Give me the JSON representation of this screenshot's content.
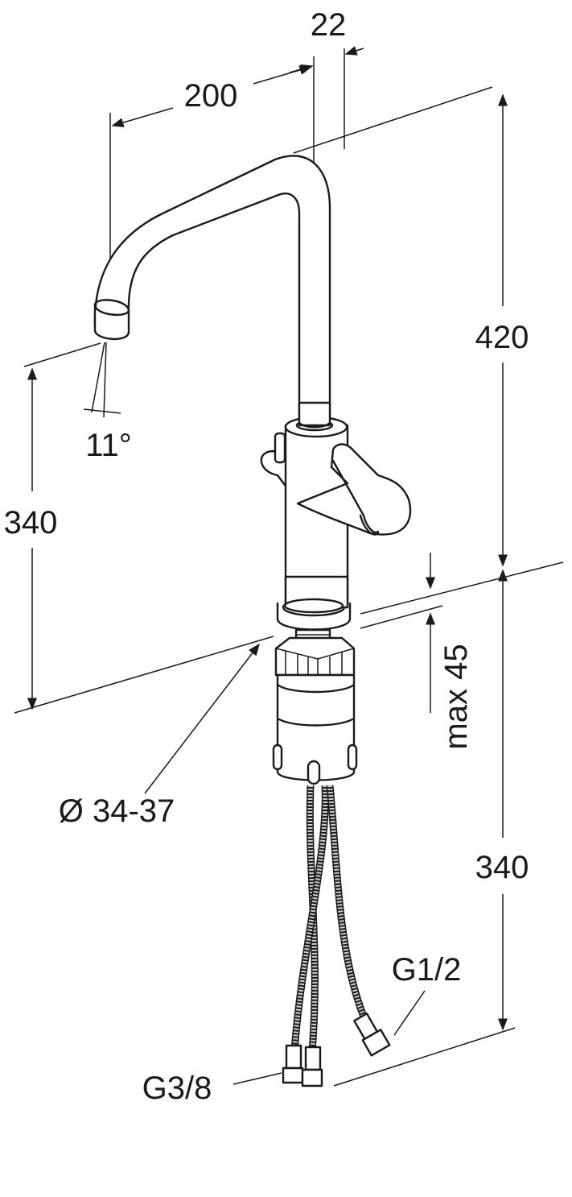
{
  "dimensions": {
    "pipe_diameter": "22",
    "spout_reach": "200",
    "spout_height_above_deck": "420",
    "outlet_height": "340",
    "outlet_angle": "11°",
    "hole_diameter": "Ø 34-37",
    "deck_thickness": "max 45",
    "hose_length": "340",
    "hose_connection_main": "G1/2",
    "hose_connection_small": "G3/8"
  }
}
